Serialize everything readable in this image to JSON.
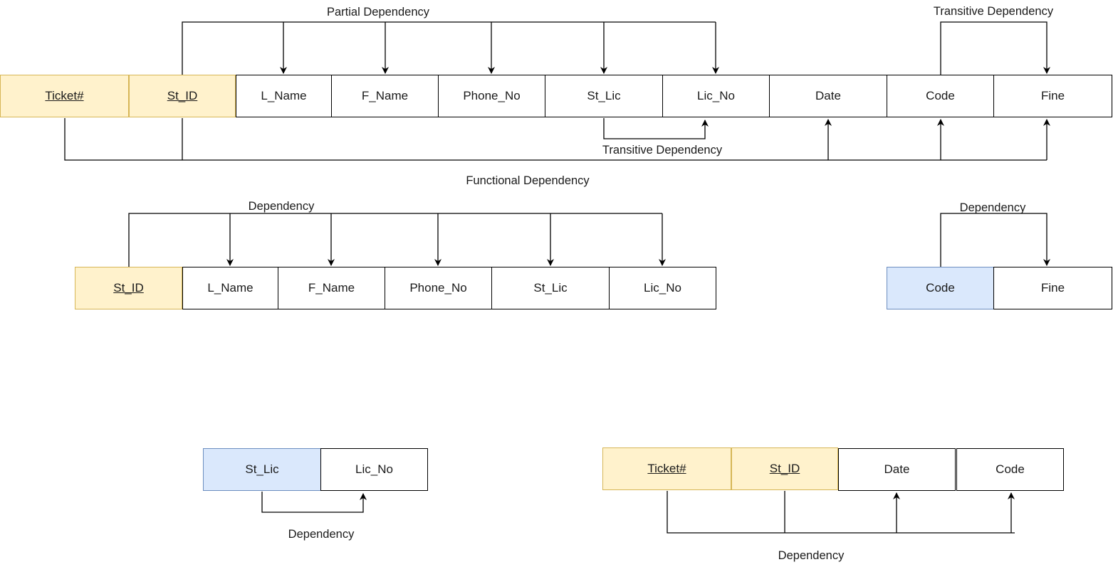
{
  "colors": {
    "key_fill": "#fff2cc",
    "key_border": "#d6b656",
    "lookup_fill": "#dae8fc",
    "lookup_border": "#6c8ebf",
    "line": "#000000"
  },
  "main_table": {
    "ticket": "Ticket#",
    "st_id": "St_ID",
    "l_name": "L_Name",
    "f_name": "F_Name",
    "phone_no": "Phone_No",
    "st_lic": "St_Lic",
    "lic_no": "Lic_No",
    "date": "Date",
    "code": "Code",
    "fine": "Fine"
  },
  "student_table": {
    "st_id": "St_ID",
    "l_name": "L_Name",
    "f_name": "F_Name",
    "phone_no": "Phone_No",
    "st_lic": "St_Lic",
    "lic_no": "Lic_No"
  },
  "code_table": {
    "code": "Code",
    "fine": "Fine"
  },
  "license_table": {
    "st_lic": "St_Lic",
    "lic_no": "Lic_No"
  },
  "ticket_table": {
    "ticket": "Ticket#",
    "st_id": "St_ID",
    "date": "Date",
    "code": "Code"
  },
  "labels": {
    "partial": "Partial Dependency",
    "transitive_top": "Transitive Dependency",
    "transitive_mid": "Transitive Dependency",
    "functional": "Functional Dependency",
    "student_dep": "Dependency",
    "code_dep": "Dependency",
    "license_dep": "Dependency",
    "ticket_dep": "Dependency"
  }
}
